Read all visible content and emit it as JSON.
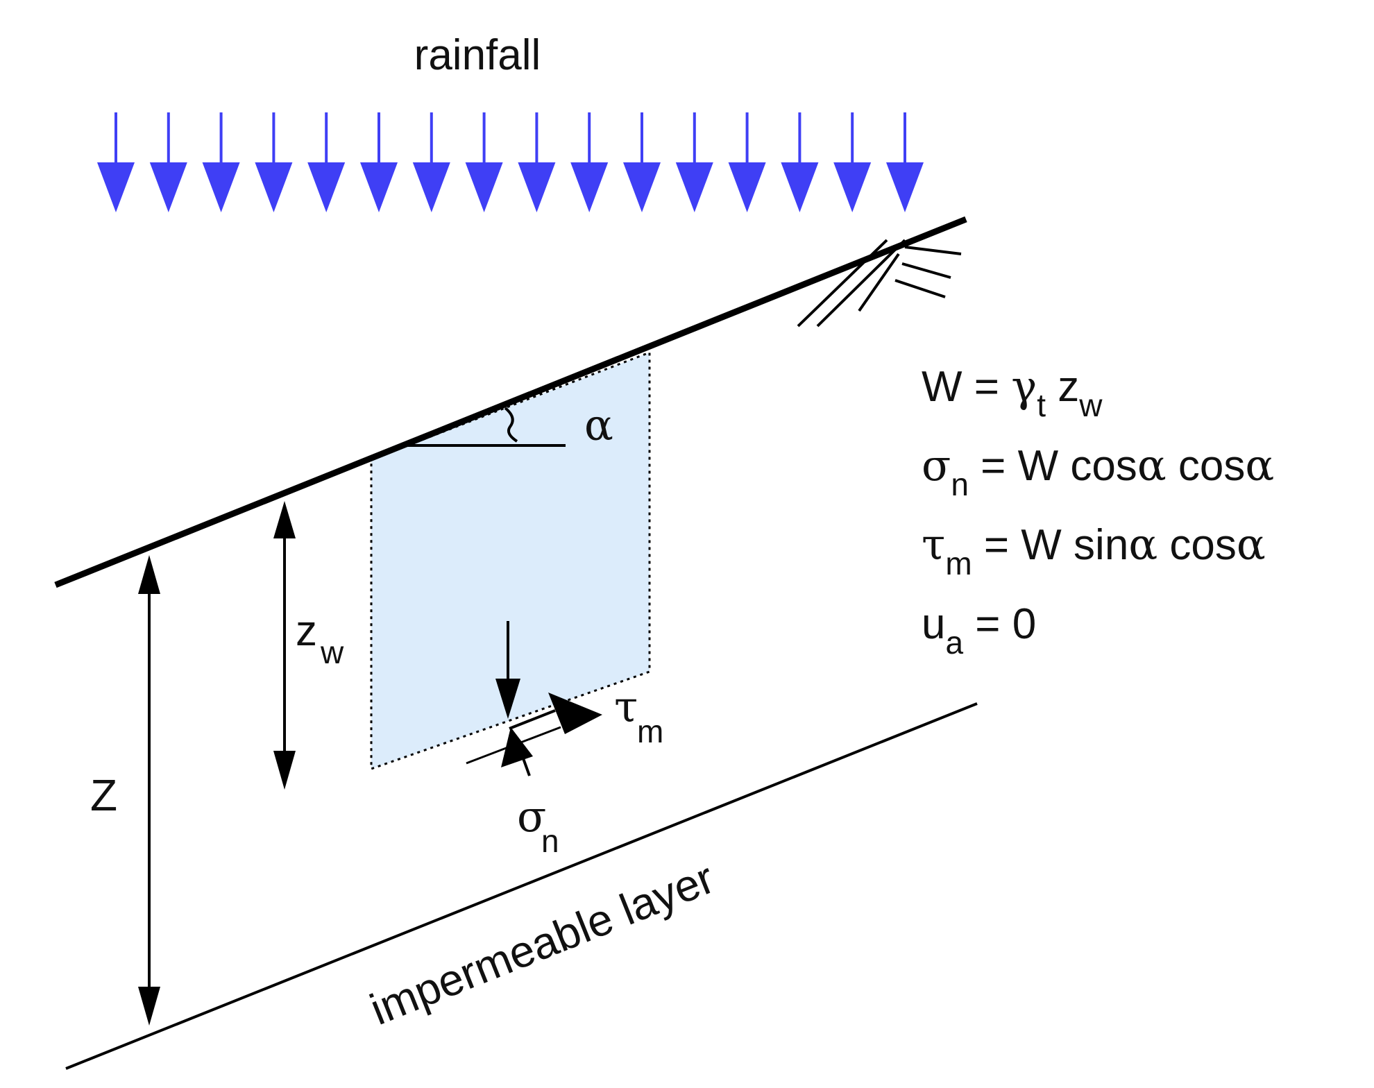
{
  "labels": {
    "rainfall": "rainfall",
    "alpha": "α",
    "zw_main": "z",
    "zw_sub": "w",
    "Z": "Z",
    "tau_main": "τ",
    "tau_sub": "m",
    "sigma_main": "σ",
    "sigma_sub": "n",
    "impermeable": "impermeable layer"
  },
  "equations": [
    {
      "name": "eq-weight",
      "parts": [
        {
          "t": "W = ",
          "k": "txt"
        },
        {
          "t": "γ",
          "k": "greek"
        },
        {
          "t": "t",
          "k": "sub"
        },
        {
          "t": " z",
          "k": "txt"
        },
        {
          "t": "w",
          "k": "sub"
        }
      ]
    },
    {
      "name": "eq-normal-stress",
      "parts": [
        {
          "t": "σ",
          "k": "greek"
        },
        {
          "t": "n",
          "k": "sub"
        },
        {
          "t": " = W cos",
          "k": "txt"
        },
        {
          "t": "α",
          "k": "greek"
        },
        {
          "t": " cos",
          "k": "txt"
        },
        {
          "t": "α",
          "k": "greek"
        }
      ]
    },
    {
      "name": "eq-shear-stress",
      "parts": [
        {
          "t": "τ",
          "k": "greek"
        },
        {
          "t": "m",
          "k": "sub"
        },
        {
          "t": " = W sin",
          "k": "txt"
        },
        {
          "t": "α",
          "k": "greek"
        },
        {
          "t": " cos",
          "k": "txt"
        },
        {
          "t": "α",
          "k": "greek"
        }
      ]
    },
    {
      "name": "eq-pore-air",
      "parts": [
        {
          "t": "u",
          "k": "txt"
        },
        {
          "t": "a",
          "k": "sub"
        },
        {
          "t": " = 0",
          "k": "txt"
        }
      ]
    }
  ],
  "rain": {
    "count": 16
  },
  "colors": {
    "rain": "#3f3ff5",
    "slice_fill": "#dcecfb",
    "line": "#000000"
  }
}
